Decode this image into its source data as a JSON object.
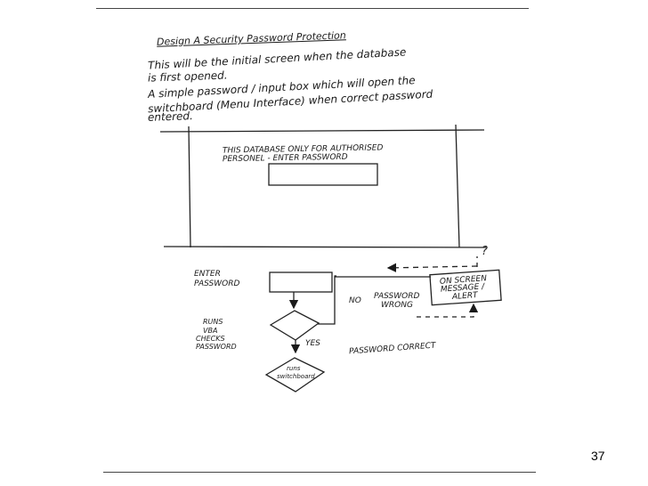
{
  "page": {
    "title": "Design A Security Password Protection",
    "intro_lines": [
      "This will be the initial screen when the database",
      "is first opened.",
      "A simple password / input box which will open the",
      "switchboard (Menu Interface) when correct password",
      "entered."
    ],
    "slide_number": "37"
  },
  "screen_mockup": {
    "message_line1": "THIS DATABASE ONLY FOR AUTHORISED",
    "message_line2": "PERSONEL - ENTER PASSWORD"
  },
  "flowchart": {
    "enter_password_label": [
      "ENTER",
      "PASSWORD"
    ],
    "vba_label": [
      "RUNS",
      "VBA",
      "CHECKS",
      "PASSWORD"
    ],
    "yes_label": "YES",
    "no_label": "NO",
    "password_wrong": [
      "PASSWORD",
      "WRONG"
    ],
    "password_correct": "PASSWORD CORRECT",
    "switchboard_label": [
      "runs",
      "switchboard"
    ],
    "alert_box": [
      "ON SCREEN",
      "MESSAGE /",
      "ALERT"
    ],
    "question_mark": "?"
  }
}
